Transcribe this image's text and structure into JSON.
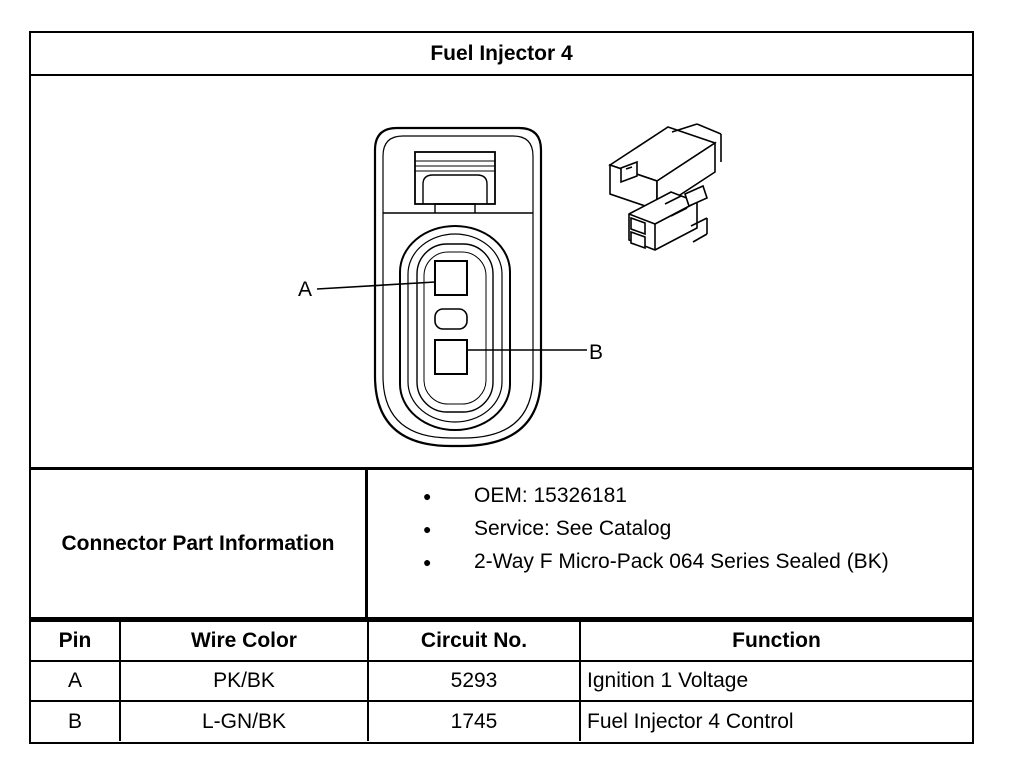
{
  "title": "Fuel Injector 4",
  "diagram": {
    "pin_labels": [
      "A",
      "B"
    ]
  },
  "connector_info": {
    "label": "Connector Part Information",
    "items": [
      "OEM: 15326181",
      "Service: See Catalog",
      "2-Way F Micro-Pack 064 Series Sealed (BK)"
    ]
  },
  "pin_table": {
    "headers": [
      "Pin",
      "Wire Color",
      "Circuit No.",
      "Function"
    ],
    "rows": [
      [
        "A",
        "PK/BK",
        "5293",
        "Ignition 1 Voltage"
      ],
      [
        "B",
        "L-GN/BK",
        "1745",
        "Fuel Injector 4 Control"
      ]
    ]
  }
}
